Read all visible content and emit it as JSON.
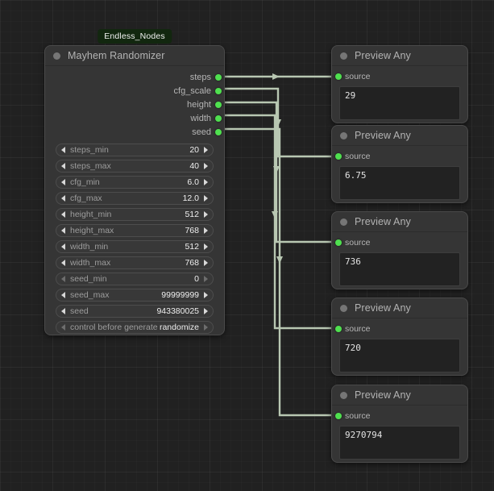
{
  "app": {
    "canvas_name": "node-graph-canvas",
    "background_color": "#212121",
    "grid_color": "#2b2b2b",
    "link_color": "#b8c7b2",
    "slot_color": "#4fe04f"
  },
  "randomizer_node": {
    "badge": "Endless_Nodes",
    "title": "Mayhem Randomizer",
    "outputs": [
      {
        "label": "steps"
      },
      {
        "label": "cfg_scale"
      },
      {
        "label": "height"
      },
      {
        "label": "width"
      },
      {
        "label": "seed"
      }
    ],
    "widgets": [
      {
        "name": "steps_min",
        "value": "20",
        "dim": false
      },
      {
        "name": "steps_max",
        "value": "40",
        "dim": false
      },
      {
        "name": "cfg_min",
        "value": "6.0",
        "dim": false
      },
      {
        "name": "cfg_max",
        "value": "12.0",
        "dim": false
      },
      {
        "name": "height_min",
        "value": "512",
        "dim": false
      },
      {
        "name": "height_max",
        "value": "768",
        "dim": false
      },
      {
        "name": "width_min",
        "value": "512",
        "dim": false
      },
      {
        "name": "width_max",
        "value": "768",
        "dim": false
      },
      {
        "name": "seed_min",
        "value": "0",
        "dim": true
      },
      {
        "name": "seed_max",
        "value": "99999999",
        "dim": false
      },
      {
        "name": "seed",
        "value": "943380025",
        "dim": false
      },
      {
        "name": "control before generate",
        "value": "randomize",
        "dim": true
      }
    ]
  },
  "preview_nodes": [
    {
      "title": "Preview Any",
      "input_label": "source",
      "value": "29"
    },
    {
      "title": "Preview Any",
      "input_label": "source",
      "value": "6.75"
    },
    {
      "title": "Preview Any",
      "input_label": "source",
      "value": "736"
    },
    {
      "title": "Preview Any",
      "input_label": "source",
      "value": "720"
    },
    {
      "title": "Preview Any",
      "input_label": "source",
      "value": "9270794"
    }
  ]
}
